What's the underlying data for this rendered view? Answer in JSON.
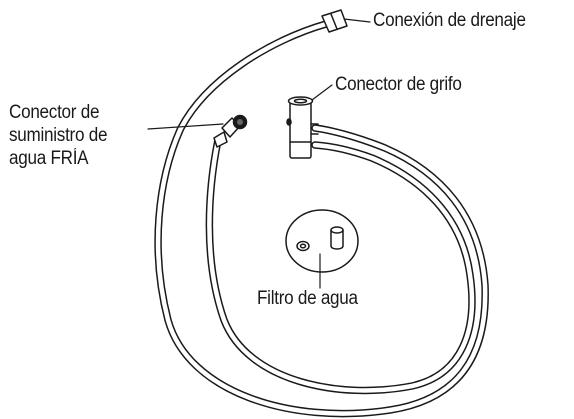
{
  "labels": {
    "drain_connection": "Conexión de drenaje",
    "faucet_connector": "Conector de grifo",
    "cold_supply_line1": "Conector de",
    "cold_supply_line2": "suministro de",
    "cold_supply_line3": "agua FRÍA",
    "water_filter": "Filtro de agua"
  },
  "colors": {
    "ink": "#1a1a1a",
    "background": "#ffffff"
  }
}
